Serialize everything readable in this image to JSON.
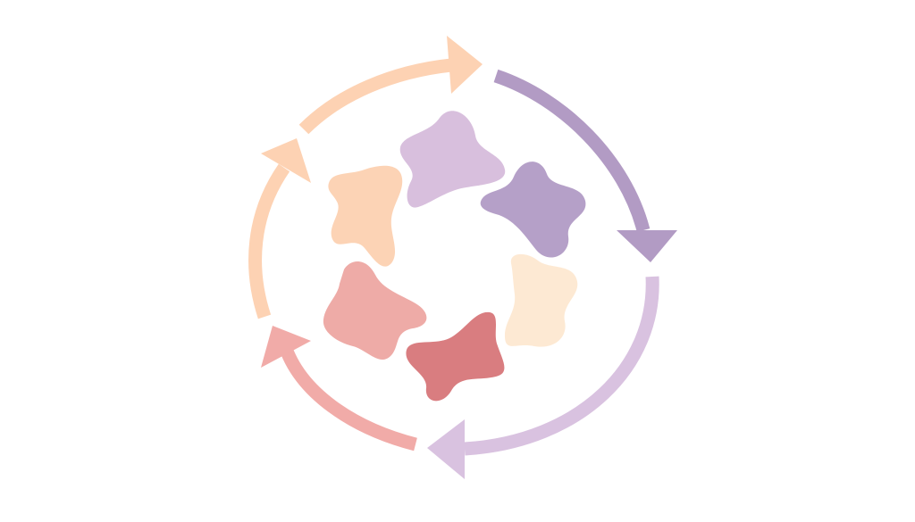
{
  "background": "#ffffff",
  "diagram": {
    "type": "cycle",
    "arrows": [
      {
        "name": "arrow-top-peach",
        "color": "#fdd2b3"
      },
      {
        "name": "arrow-right-purple",
        "color": "#b29bc4"
      },
      {
        "name": "arrow-bottom-lilac",
        "color": "#d9c2e0"
      },
      {
        "name": "arrow-left-pink",
        "color": "#f1aba8"
      },
      {
        "name": "arrow-upper-left-peach",
        "color": "#fdd2b3"
      }
    ],
    "blobs": [
      {
        "name": "blob-top",
        "color": "#d8bfdd"
      },
      {
        "name": "blob-upper-right",
        "color": "#b5a0c8"
      },
      {
        "name": "blob-right",
        "color": "#fde9d3"
      },
      {
        "name": "blob-bottom",
        "color": "#d97d80"
      },
      {
        "name": "blob-left",
        "color": "#eeaba7"
      },
      {
        "name": "blob-upper-left",
        "color": "#fcd3b5"
      }
    ]
  }
}
